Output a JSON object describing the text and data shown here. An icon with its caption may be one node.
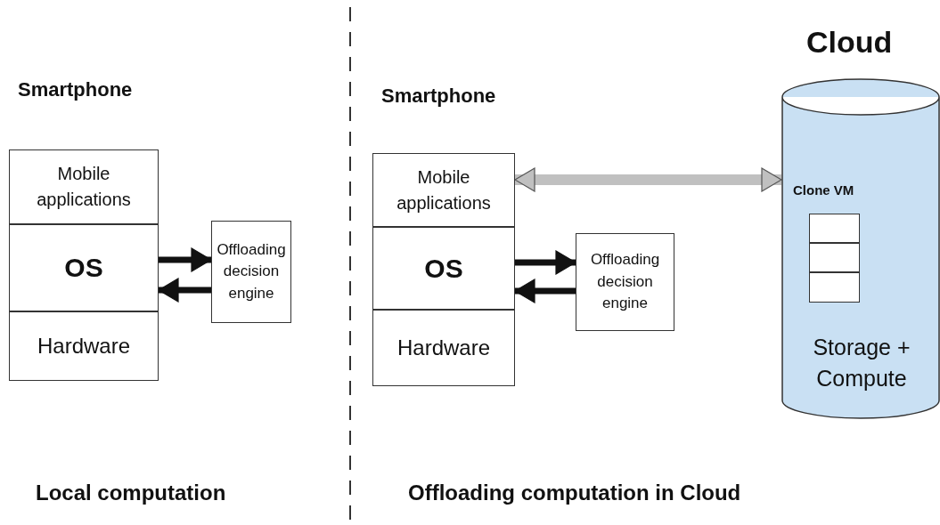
{
  "diagram": {
    "nodes": [
      {
        "text": [
          "Mobile applications"
        ]
      },
      {
        "text": [
          "OS"
        ]
      },
      {
        "text": [
          "Hardware"
        ]
      },
      {
        "text": [
          "Offloading decision engine"
        ]
      },
      {
        "text": [
          "Mobile applications"
        ]
      },
      {
        "text": [
          "OS"
        ]
      },
      {
        "text": [
          "Hardware"
        ]
      },
      {
        "text": [
          "Offloading decision engine"
        ]
      },
      {
        "text": [
          "Cloud",
          "Storage + Compute"
        ]
      },
      {
        "text": [
          "Clone VM"
        ],
        "in": 8
      },
      {
        "text": [],
        "shape": "box",
        "in": 9
      },
      {
        "text": [],
        "shape": "box",
        "in": 9
      },
      {
        "text": [],
        "shape": "box",
        "in": 9
      }
    ],
    "edges": [
      {
        "from": 1,
        "to": 3,
        "arrow": "to"
      },
      {
        "from": 3,
        "to": 1,
        "arrow": "to"
      },
      {
        "from": 5,
        "to": 7,
        "arrow": "to"
      },
      {
        "from": 7,
        "to": 5,
        "arrow": "to"
      },
      {
        "from": 4,
        "to": 8,
        "arrow": "both",
        "color": "#c0c0c0"
      }
    ],
    "labels": [
      "Smartphone",
      "Smartphone",
      "Local computation",
      "Offloading computation in Cloud"
    ]
  }
}
